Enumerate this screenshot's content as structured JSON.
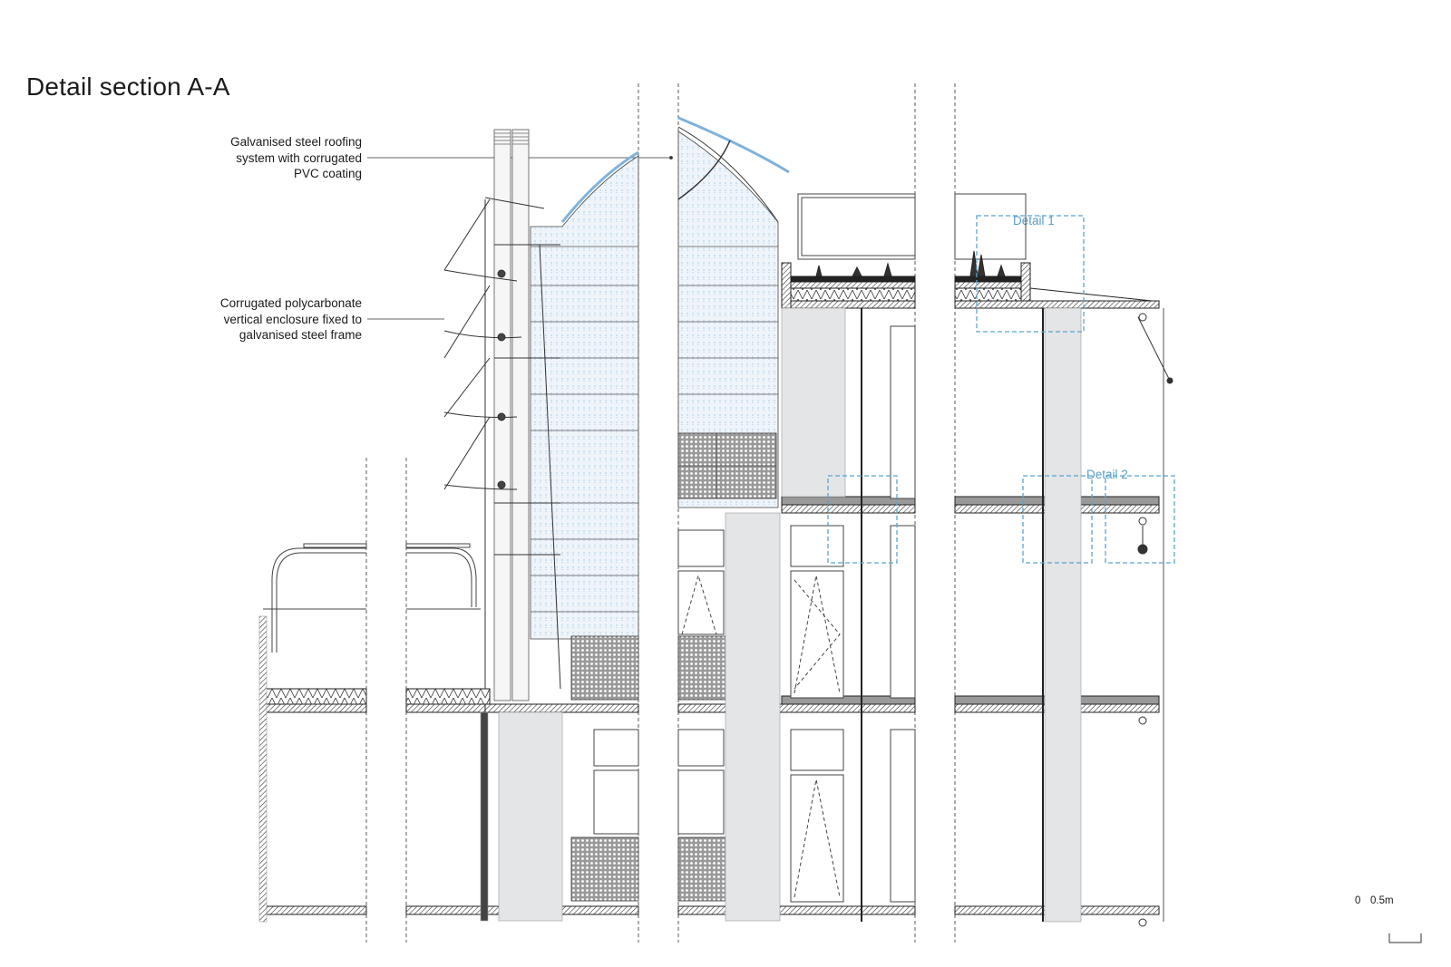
{
  "title": "Detail section A-A",
  "annotations": [
    {
      "id": "roofing",
      "lines": [
        "Galvanised steel roofing",
        "system with corrugated",
        "PVC coating"
      ]
    },
    {
      "id": "enclosure",
      "lines": [
        "Corrugated polycarbonate",
        "vertical enclosure fixed to",
        "galvanised steel frame"
      ]
    }
  ],
  "details": [
    {
      "label": "Detail 1"
    },
    {
      "label": "Detail 2"
    }
  ],
  "scale_bar": {
    "start": "0",
    "end": "0.5m"
  },
  "colors": {
    "detail_box": "#5aa5d0",
    "roof_accent": "#7fb2dc",
    "glazing_fill": "#e6f0f8",
    "column_fill": "#e3e5e7",
    "line": "#222222"
  }
}
